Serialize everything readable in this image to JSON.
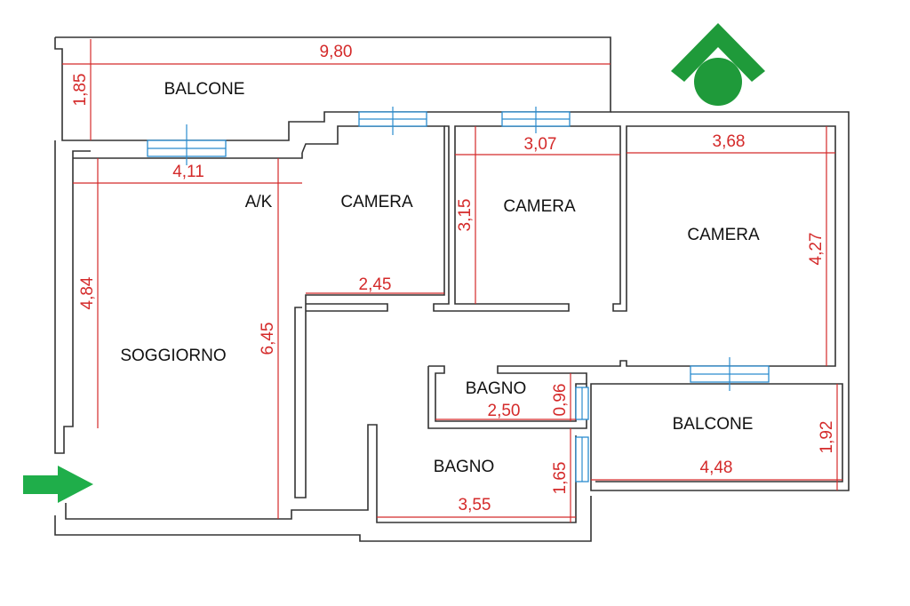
{
  "colors": {
    "wall": "#333333",
    "dimension": "#d42a2a",
    "window": "#2a8ccf",
    "logo": "#1f9a3a",
    "entry_arrow": "#1fae4a"
  },
  "icons": {
    "logo": "house-logo-icon",
    "entry": "entry-arrow-icon"
  },
  "rooms": {
    "balcone_top": "BALCONE",
    "soggiorno": "SOGGIORNO",
    "ak": "A/K",
    "camera_1": "CAMERA",
    "camera_2": "CAMERA",
    "camera_3": "CAMERA",
    "bagno_small": "BAGNO",
    "bagno_large": "BAGNO",
    "balcone_right": "BALCONE"
  },
  "dimensions": {
    "balcone_top_width": "9,80",
    "balcone_top_depth": "1,85",
    "soggiorno_width": "4,11",
    "soggiorno_left_height": "4,84",
    "soggiorno_height": "6,45",
    "camera_1_width": "2,45",
    "camera_2_width": "3,07",
    "camera_2_height": "3,15",
    "camera_3_width": "3,68",
    "camera_3_height": "4,27",
    "bagno_small_width": "2,50",
    "bagno_small_height": "0,96",
    "bagno_large_width": "3,55",
    "bagno_large_height": "1,65",
    "balcone_right_width": "4,48",
    "balcone_right_depth": "1,92"
  }
}
